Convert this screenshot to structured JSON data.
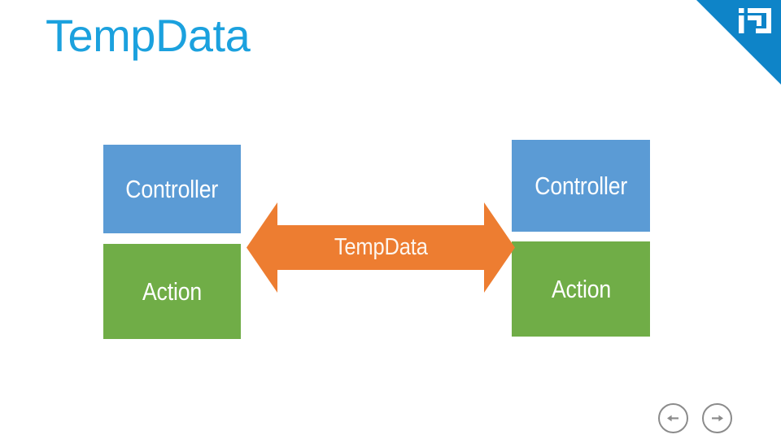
{
  "slide": {
    "title": "TempData",
    "title_color": "#1ba1de",
    "background_color": "#ffffff"
  },
  "brand": {
    "corner_color": "#0e84c8",
    "logo_icon": "spiral-square-logo-icon",
    "logo_color": "#ffffff"
  },
  "diagram": {
    "left_column": {
      "controller": {
        "label": "Controller",
        "color": "#5b9bd5"
      },
      "action": {
        "label": "Action",
        "color": "#70ad47"
      }
    },
    "right_column": {
      "controller": {
        "label": "Controller",
        "color": "#5b9bd5"
      },
      "action": {
        "label": "Action",
        "color": "#70ad47"
      }
    },
    "arrow": {
      "label": "TempData",
      "color": "#ed7d31",
      "label_color": "#fdf6ef",
      "direction": "bidirectional"
    }
  },
  "navigation": {
    "previous": {
      "icon": "arrow-left-circle-icon",
      "label": "Previous slide"
    },
    "next": {
      "icon": "arrow-right-circle-icon",
      "label": "Next slide"
    },
    "color": "#8b8b8b"
  }
}
